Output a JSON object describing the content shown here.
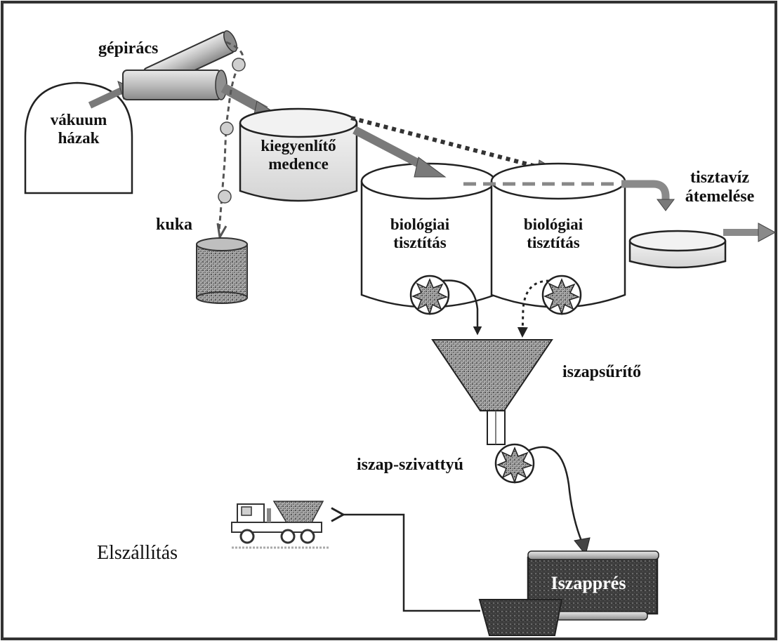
{
  "labels": {
    "gepiracs": "gépirács",
    "vakuum_line1": "vákuum",
    "vakuum_line2": "házak",
    "kiegyenlito_line1": "kiegyenlítő",
    "kiegyenlito_line2": "medence",
    "kuka": "kuka",
    "bio1_line1": "biológiai",
    "bio1_line2": "tisztítás",
    "bio2_line1": "biológiai",
    "bio2_line2": "tisztítás",
    "tisztaviz_line1": "tisztavíz",
    "tisztaviz_line2": "átemelése",
    "iszapsurito": "iszapsűrítő",
    "iszap_szivattyu": "iszap-szivattyú",
    "iszappres": "Iszapprés",
    "elszallitas": "Elszállítás"
  },
  "colors": {
    "arrow_gray": "#7a7a7a",
    "tank_fill": "#e6e6e6",
    "outline": "#222222",
    "press_dark": "#3a3a3a"
  }
}
